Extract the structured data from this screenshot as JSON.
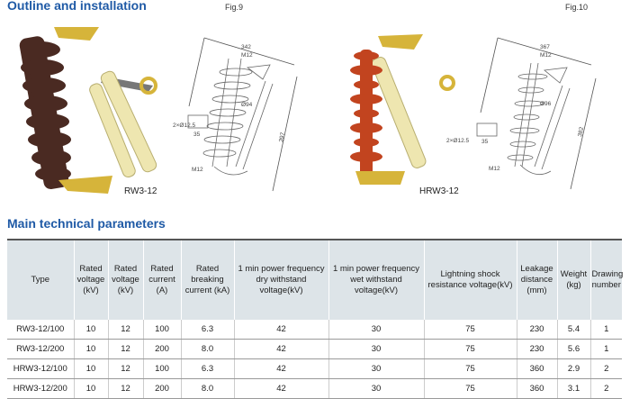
{
  "headings": {
    "outline": "Outline and installation",
    "params": "Main technical parameters"
  },
  "figures": [
    {
      "fig": "Fig.9",
      "caption": "RW3-12",
      "dims": {
        "width": "342",
        "top_thread": "M12",
        "diameter": "Ø94",
        "holes": "2×Ø12.5",
        "spacing": "35",
        "height": "397",
        "bottom_thread": "M12"
      }
    },
    {
      "fig": "Fig.10",
      "caption": "HRW3-12",
      "dims": {
        "width": "367",
        "top_thread": "M12",
        "diameter": "Ø96",
        "holes": "2×Ø12.5",
        "spacing": "35",
        "height": "382",
        "bottom_thread": "M12"
      }
    }
  ],
  "table": {
    "headers": [
      "Type",
      "Rated voltage (kV)",
      "Rated voltage (kV)",
      "Rated current (A)",
      "Rated breaking current (kA)",
      "1 min power frequency dry withstand voltage(kV)",
      "1 min power frequency wet withstand voltage(kV)",
      "Lightning shock resistance voltage(kV)",
      "Leakage distance (mm)",
      "Weight (kg)",
      "Drawing number"
    ],
    "rows": [
      [
        "RW3-12/100",
        "10",
        "12",
        "100",
        "6.3",
        "42",
        "30",
        "75",
        "230",
        "5.4",
        "1"
      ],
      [
        "RW3-12/200",
        "10",
        "12",
        "200",
        "8.0",
        "42",
        "30",
        "75",
        "230",
        "5.6",
        "1"
      ],
      [
        "HRW3-12/100",
        "10",
        "12",
        "100",
        "6.3",
        "42",
        "30",
        "75",
        "360",
        "2.9",
        "2"
      ],
      [
        "HRW3-12/200",
        "10",
        "12",
        "200",
        "8.0",
        "42",
        "30",
        "75",
        "360",
        "3.1",
        "2"
      ]
    ]
  },
  "colors": {
    "heading": "#1f5aa6",
    "header_bg": "#dde4e8",
    "brown_insulator": "#4a2a22",
    "red_insulator": "#c2441f",
    "fuse_tube": "#eee6b0",
    "brass": "#d6b43a"
  }
}
